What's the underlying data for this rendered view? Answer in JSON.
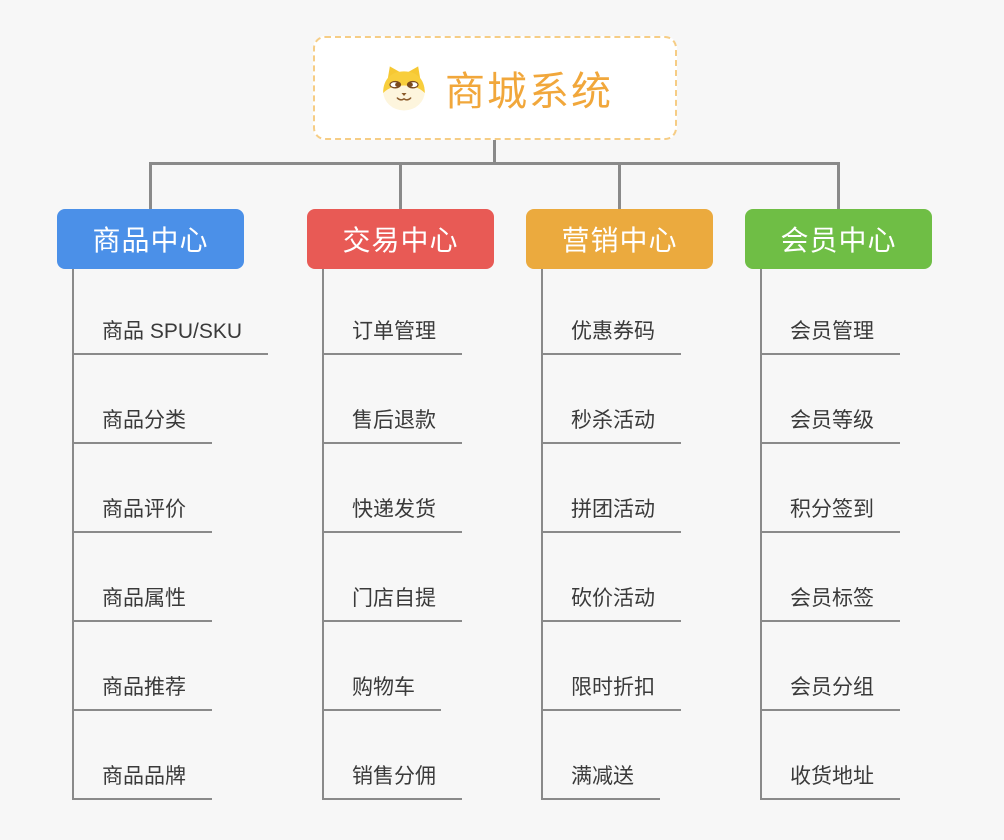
{
  "root": {
    "title": "商城系统",
    "icon": "doge-icon",
    "accent_color": "#f1a73b",
    "border_color": "#f6cd85"
  },
  "line_color": "#8a8a8a",
  "branches": [
    {
      "label": "商品中心",
      "color": "#4b90e8",
      "children": [
        "商品 SPU/SKU",
        "商品分类",
        "商品评价",
        "商品属性",
        "商品推荐",
        "商品品牌"
      ]
    },
    {
      "label": "交易中心",
      "color": "#e85a55",
      "children": [
        "订单管理",
        "售后退款",
        "快递发货",
        "门店自提",
        "购物车",
        "销售分佣"
      ]
    },
    {
      "label": "营销中心",
      "color": "#ebaa3e",
      "children": [
        "优惠券码",
        "秒杀活动",
        "拼团活动",
        "砍价活动",
        "限时折扣",
        "满减送"
      ]
    },
    {
      "label": "会员中心",
      "color": "#6fbe45",
      "children": [
        "会员管理",
        "会员等级",
        "积分签到",
        "会员标签",
        "会员分组",
        "收货地址"
      ]
    }
  ]
}
